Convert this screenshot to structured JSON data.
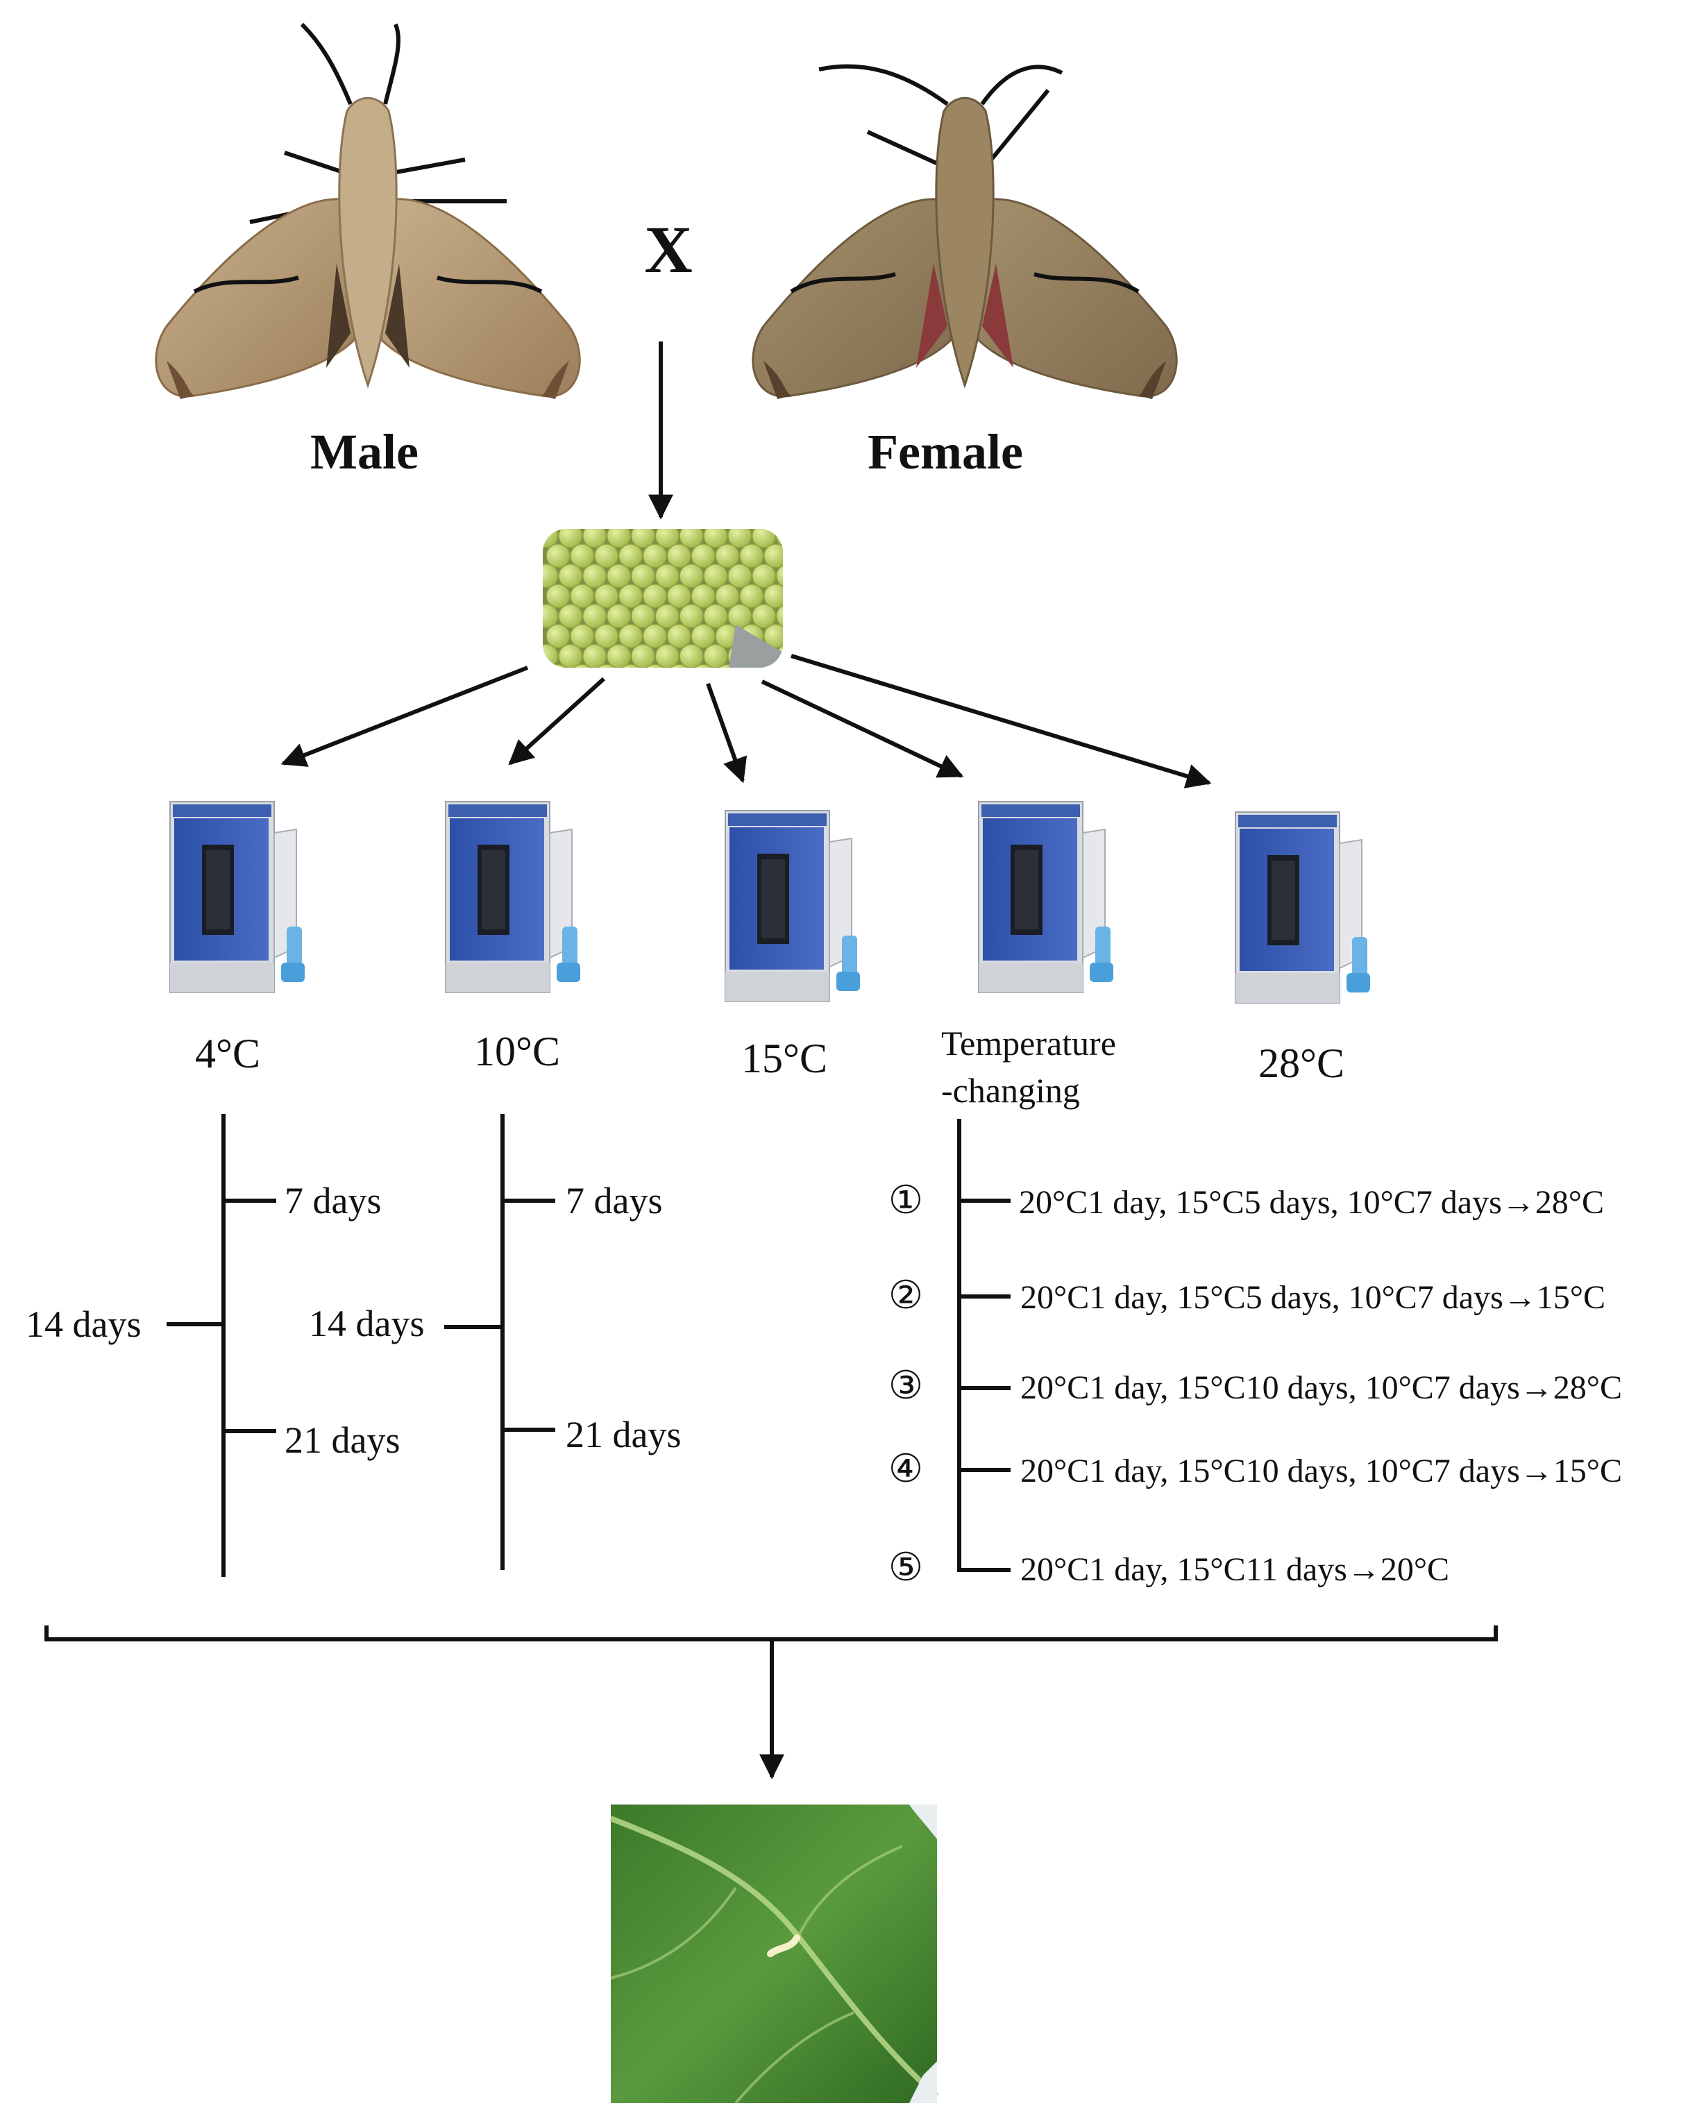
{
  "parents": {
    "male_label": "Male",
    "female_label": "Female",
    "cross_symbol": "X"
  },
  "treatments": [
    {
      "label": "4°C"
    },
    {
      "label": "10°C"
    },
    {
      "label": "15°C"
    },
    {
      "label": "Temperature",
      "label2": "-changing"
    },
    {
      "label": "28°C"
    }
  ],
  "timeline_4c": {
    "d7": "7 days",
    "d14": "14 days",
    "d21": "21 days"
  },
  "timeline_10c": {
    "d7": "7 days",
    "d14": "14 days",
    "d21": "21 days"
  },
  "regimes": [
    {
      "num": "①",
      "text": "20°C1 day, 15°C5 days, 10°C7 days→28°C"
    },
    {
      "num": "②",
      "text": "20°C1 day, 15°C5 days, 10°C7 days→15°C"
    },
    {
      "num": "③",
      "text": "20°C1 day, 15°C10 days, 10°C7 days→28°C"
    },
    {
      "num": "④",
      "text": "20°C1 day, 15°C10 days, 10°C7 days→15°C"
    },
    {
      "num": "⑤",
      "text": "20°C1 day, 15°C11 days→20°C"
    }
  ],
  "icons": {
    "male_moth": "hawk-moth-icon",
    "female_moth": "hawk-moth-icon",
    "eggs": "egg-mass-photo",
    "incubator": "incubator-icon",
    "larva": "larva-on-leaf-photo"
  },
  "colors": {
    "incubator_blue": "#3355b0",
    "moth_brown": "#b49a78",
    "egg_green": "#b7cc6a",
    "leaf_green": "#4f8f38"
  }
}
